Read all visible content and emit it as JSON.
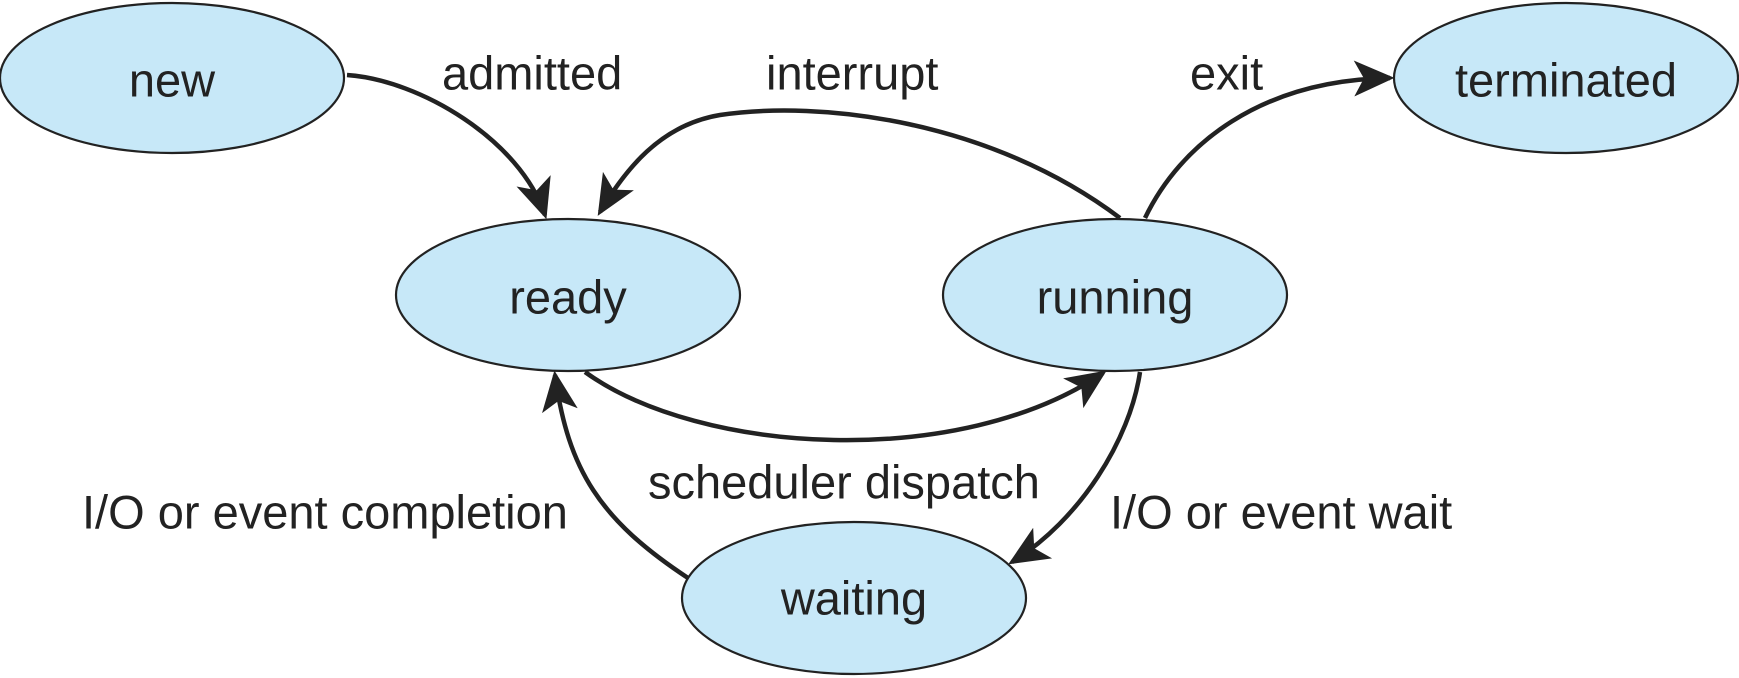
{
  "diagram": {
    "colors": {
      "state_fill": "#c7e8f8",
      "stroke": "#222222",
      "text": "#222222",
      "background": "#ffffff"
    },
    "states": {
      "new": "new",
      "ready": "ready",
      "running": "running",
      "waiting": "waiting",
      "terminated": "terminated"
    },
    "transitions": {
      "admitted": "admitted",
      "interrupt": "interrupt",
      "exit": "exit",
      "scheduler_dispatch": "scheduler dispatch",
      "io_event_completion": "I/O or event completion",
      "io_event_wait": "I/O or event wait"
    },
    "edges": [
      {
        "from": "new",
        "to": "ready",
        "label": "admitted"
      },
      {
        "from": "running",
        "to": "ready",
        "label": "interrupt"
      },
      {
        "from": "running",
        "to": "terminated",
        "label": "exit"
      },
      {
        "from": "ready",
        "to": "running",
        "label": "scheduler dispatch"
      },
      {
        "from": "running",
        "to": "waiting",
        "label": "I/O or event wait"
      },
      {
        "from": "waiting",
        "to": "ready",
        "label": "I/O or event completion"
      }
    ]
  }
}
